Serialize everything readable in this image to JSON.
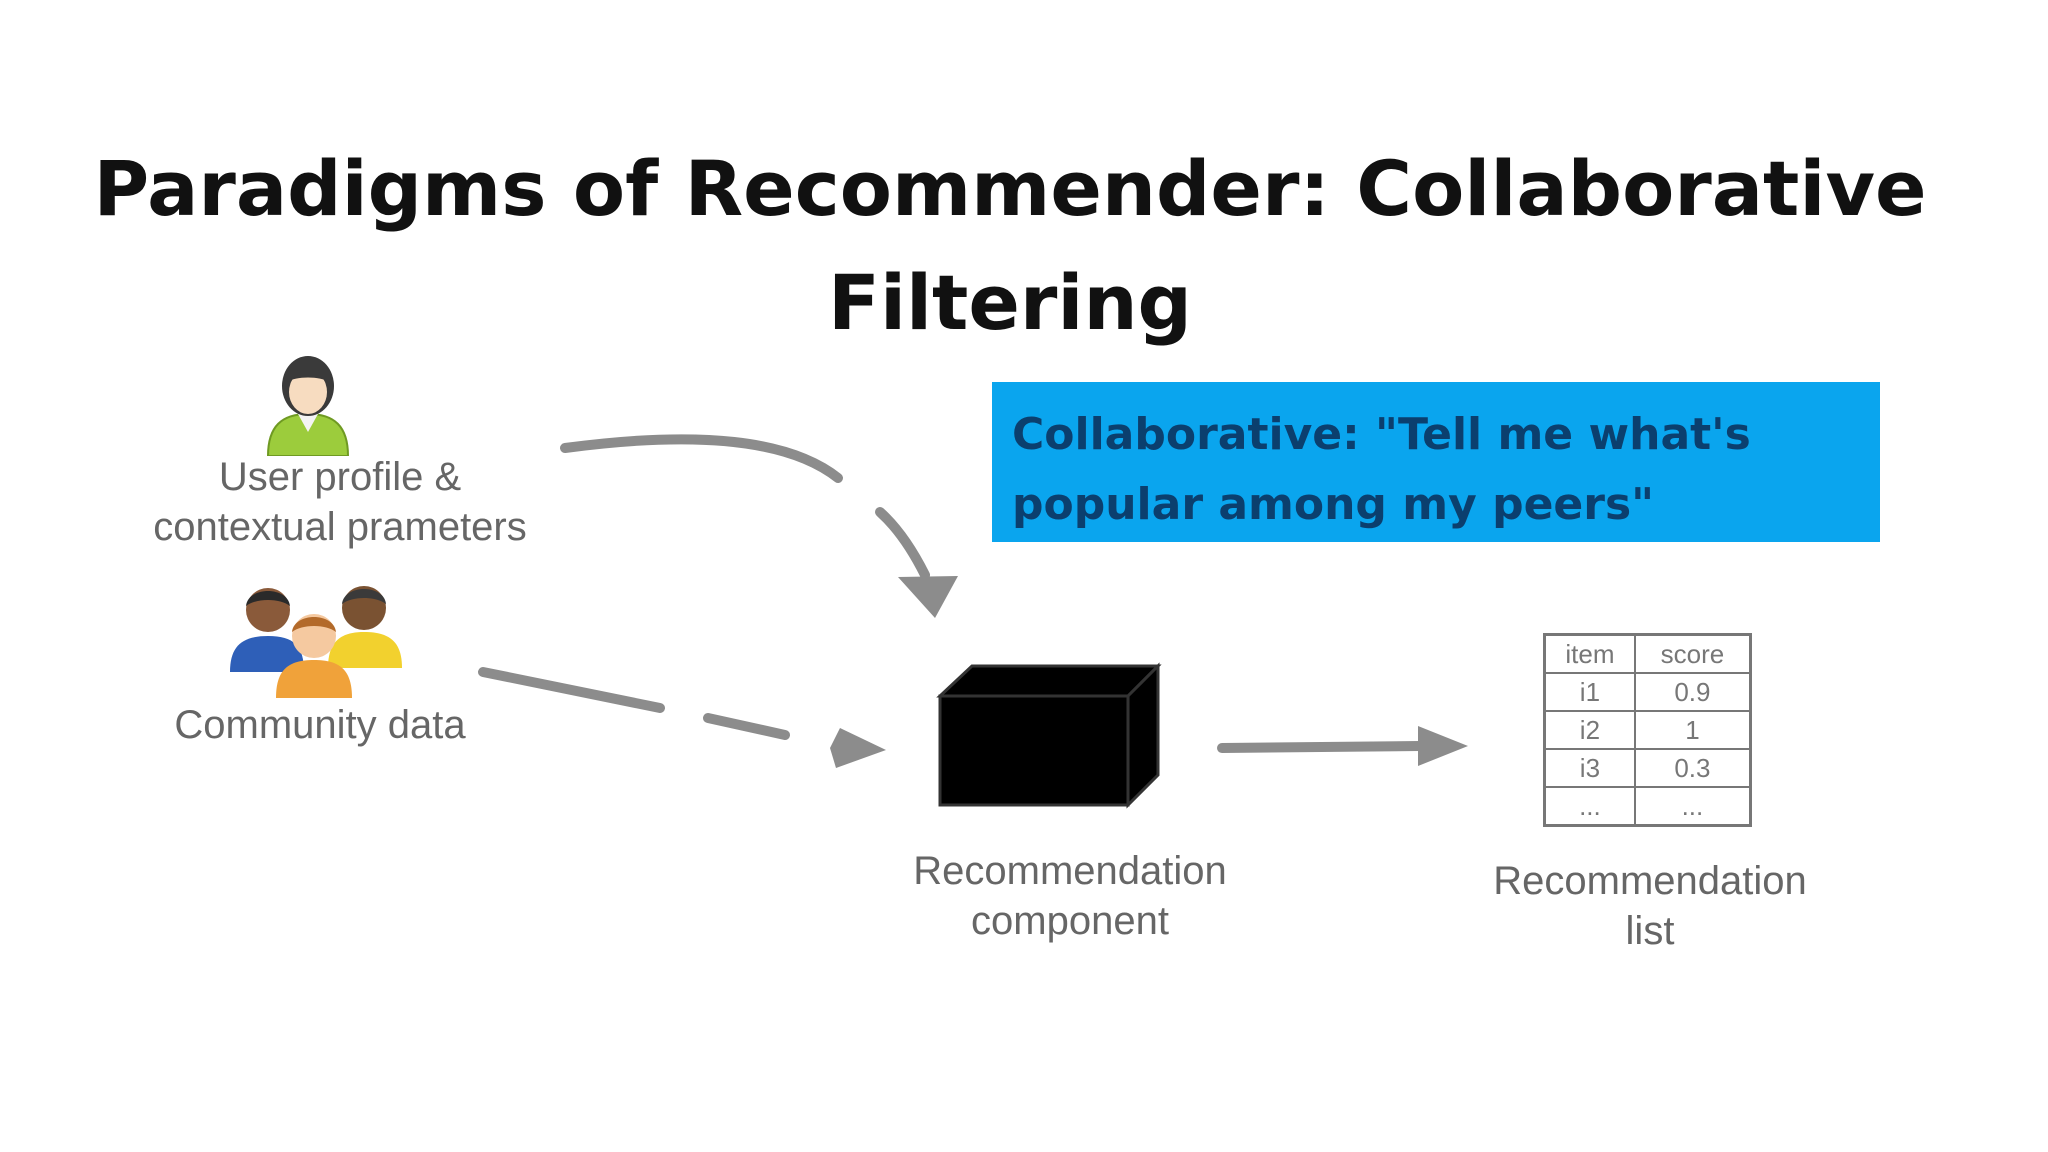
{
  "slide": {
    "title_line1": "Paradigms of Recommender: Collaborative",
    "title_line2": "Filtering"
  },
  "callout": {
    "line1": "Collaborative: \"Tell me what's",
    "line2": "popular among my peers\"",
    "background_color": "#0aa5ee",
    "text_color": "#0b3f6e"
  },
  "inputs": {
    "user_profile": {
      "icon": "user-icon",
      "label_line1": "User profile &",
      "label_line2": "contextual prameters"
    },
    "community": {
      "icon": "group-of-people-icon",
      "label": "Community data"
    }
  },
  "component": {
    "icon": "black-box-icon",
    "label_line1": "Recommendation",
    "label_line2": "component"
  },
  "output": {
    "label_line1": "Recommendation",
    "label_line2": "list",
    "table": {
      "headers": [
        "item",
        "score"
      ],
      "rows": [
        [
          "i1",
          "0.9"
        ],
        [
          "i2",
          "1"
        ],
        [
          "i3",
          "0.3"
        ],
        [
          "...",
          "..."
        ]
      ]
    }
  }
}
